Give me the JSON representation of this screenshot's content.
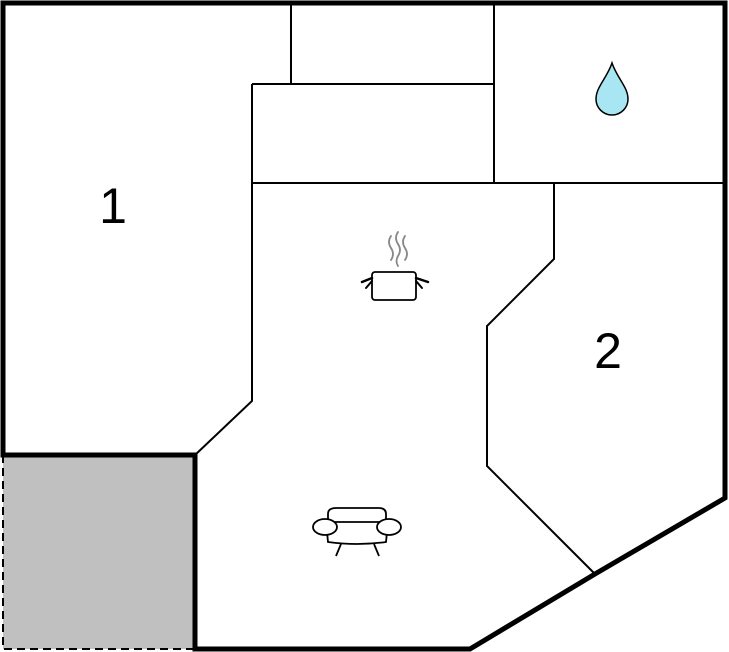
{
  "floorplan": {
    "rooms": [
      {
        "label": "1"
      },
      {
        "label": "2"
      }
    ],
    "icons": [
      {
        "name": "water-drop-icon",
        "meaning": "bathroom"
      },
      {
        "name": "cooking-pot-icon",
        "meaning": "kitchen"
      },
      {
        "name": "armchair-icon",
        "meaning": "living room"
      }
    ],
    "colors": {
      "wall": "#000000",
      "background": "#ffffff",
      "terrace_fill": "#c0c0c0",
      "water_drop": "#a8e6f4"
    }
  }
}
